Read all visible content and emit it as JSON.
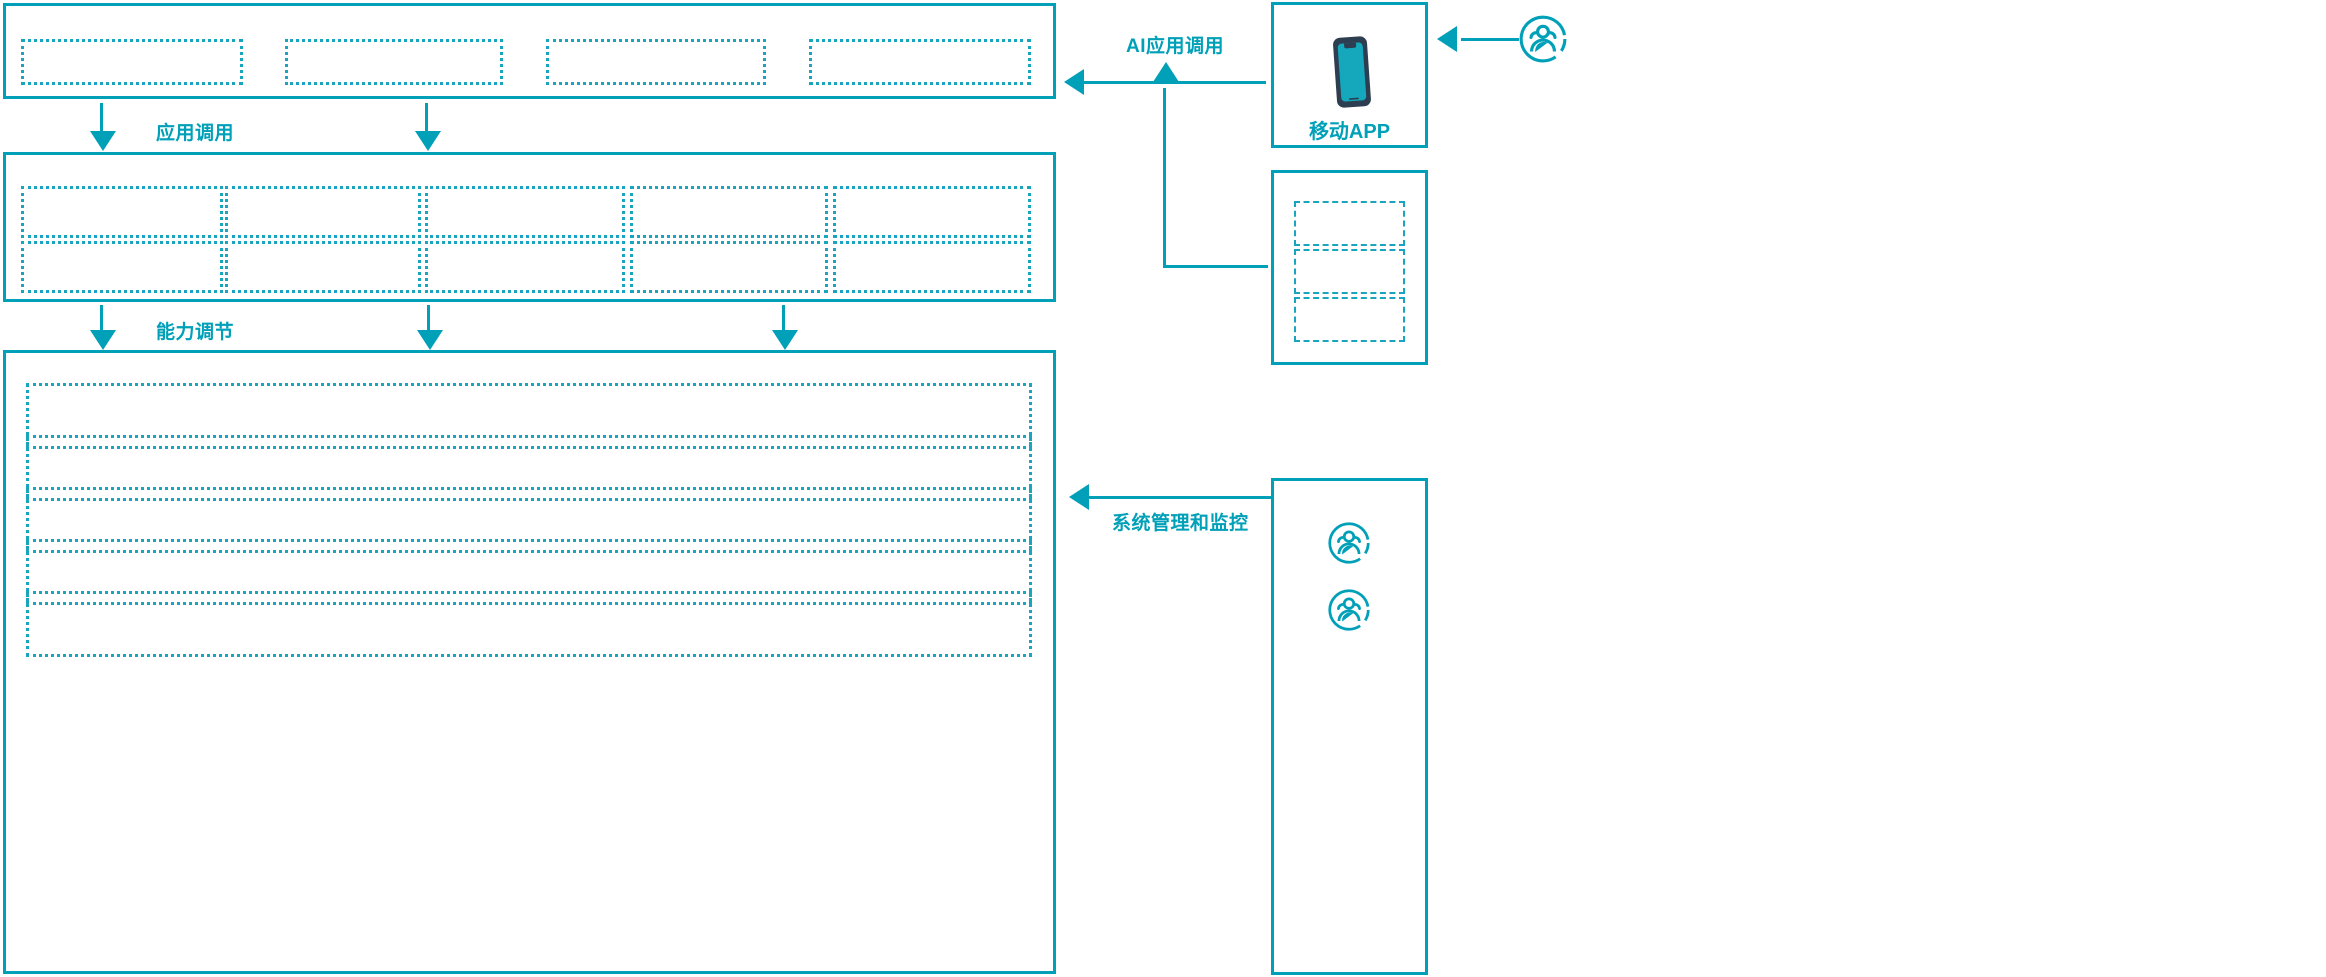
{
  "diagram": {
    "accent_color": "#00a0b8",
    "dash_color": "#18a5bd",
    "phone_frame_color": "#2d3e50",
    "phone_screen_color": "#15a8bd",
    "background": "#ffffff"
  },
  "layers": {
    "application_layer": {
      "name": "application-layer-panel",
      "slots": [
        {
          "label": ""
        },
        {
          "label": ""
        },
        {
          "label": ""
        },
        {
          "label": ""
        }
      ]
    },
    "capability_layer": {
      "name": "capability-layer-panel",
      "columns": 5,
      "rows": 2,
      "slots": [
        {
          "label": ""
        },
        {
          "label": ""
        },
        {
          "label": ""
        },
        {
          "label": ""
        },
        {
          "label": ""
        },
        {
          "label": ""
        },
        {
          "label": ""
        },
        {
          "label": ""
        },
        {
          "label": ""
        },
        {
          "label": ""
        }
      ]
    },
    "infrastructure_layer": {
      "name": "infrastructure-layer-panel",
      "slots": [
        {
          "label": ""
        },
        {
          "label": ""
        },
        {
          "label": ""
        },
        {
          "label": ""
        },
        {
          "label": ""
        }
      ]
    }
  },
  "flows": {
    "app_invoke": {
      "label": "应用调用"
    },
    "capability_adjust": {
      "label": "能力调节"
    },
    "ai_app_invoke": {
      "label": "AI应用调用"
    },
    "system_manage_monitor": {
      "label": "系统管理和监控"
    }
  },
  "side_cards": {
    "mobile_app": {
      "title": "移动APP",
      "icon": "smartphone-icon"
    },
    "middle_card": {
      "title": "",
      "slots": [
        {
          "label": ""
        },
        {
          "label": ""
        },
        {
          "label": ""
        }
      ]
    },
    "admin_card": {
      "title": "",
      "icons": [
        "user-group-icon",
        "user-group-icon"
      ]
    }
  },
  "external_actor": {
    "icon": "user-group-icon",
    "label": ""
  }
}
